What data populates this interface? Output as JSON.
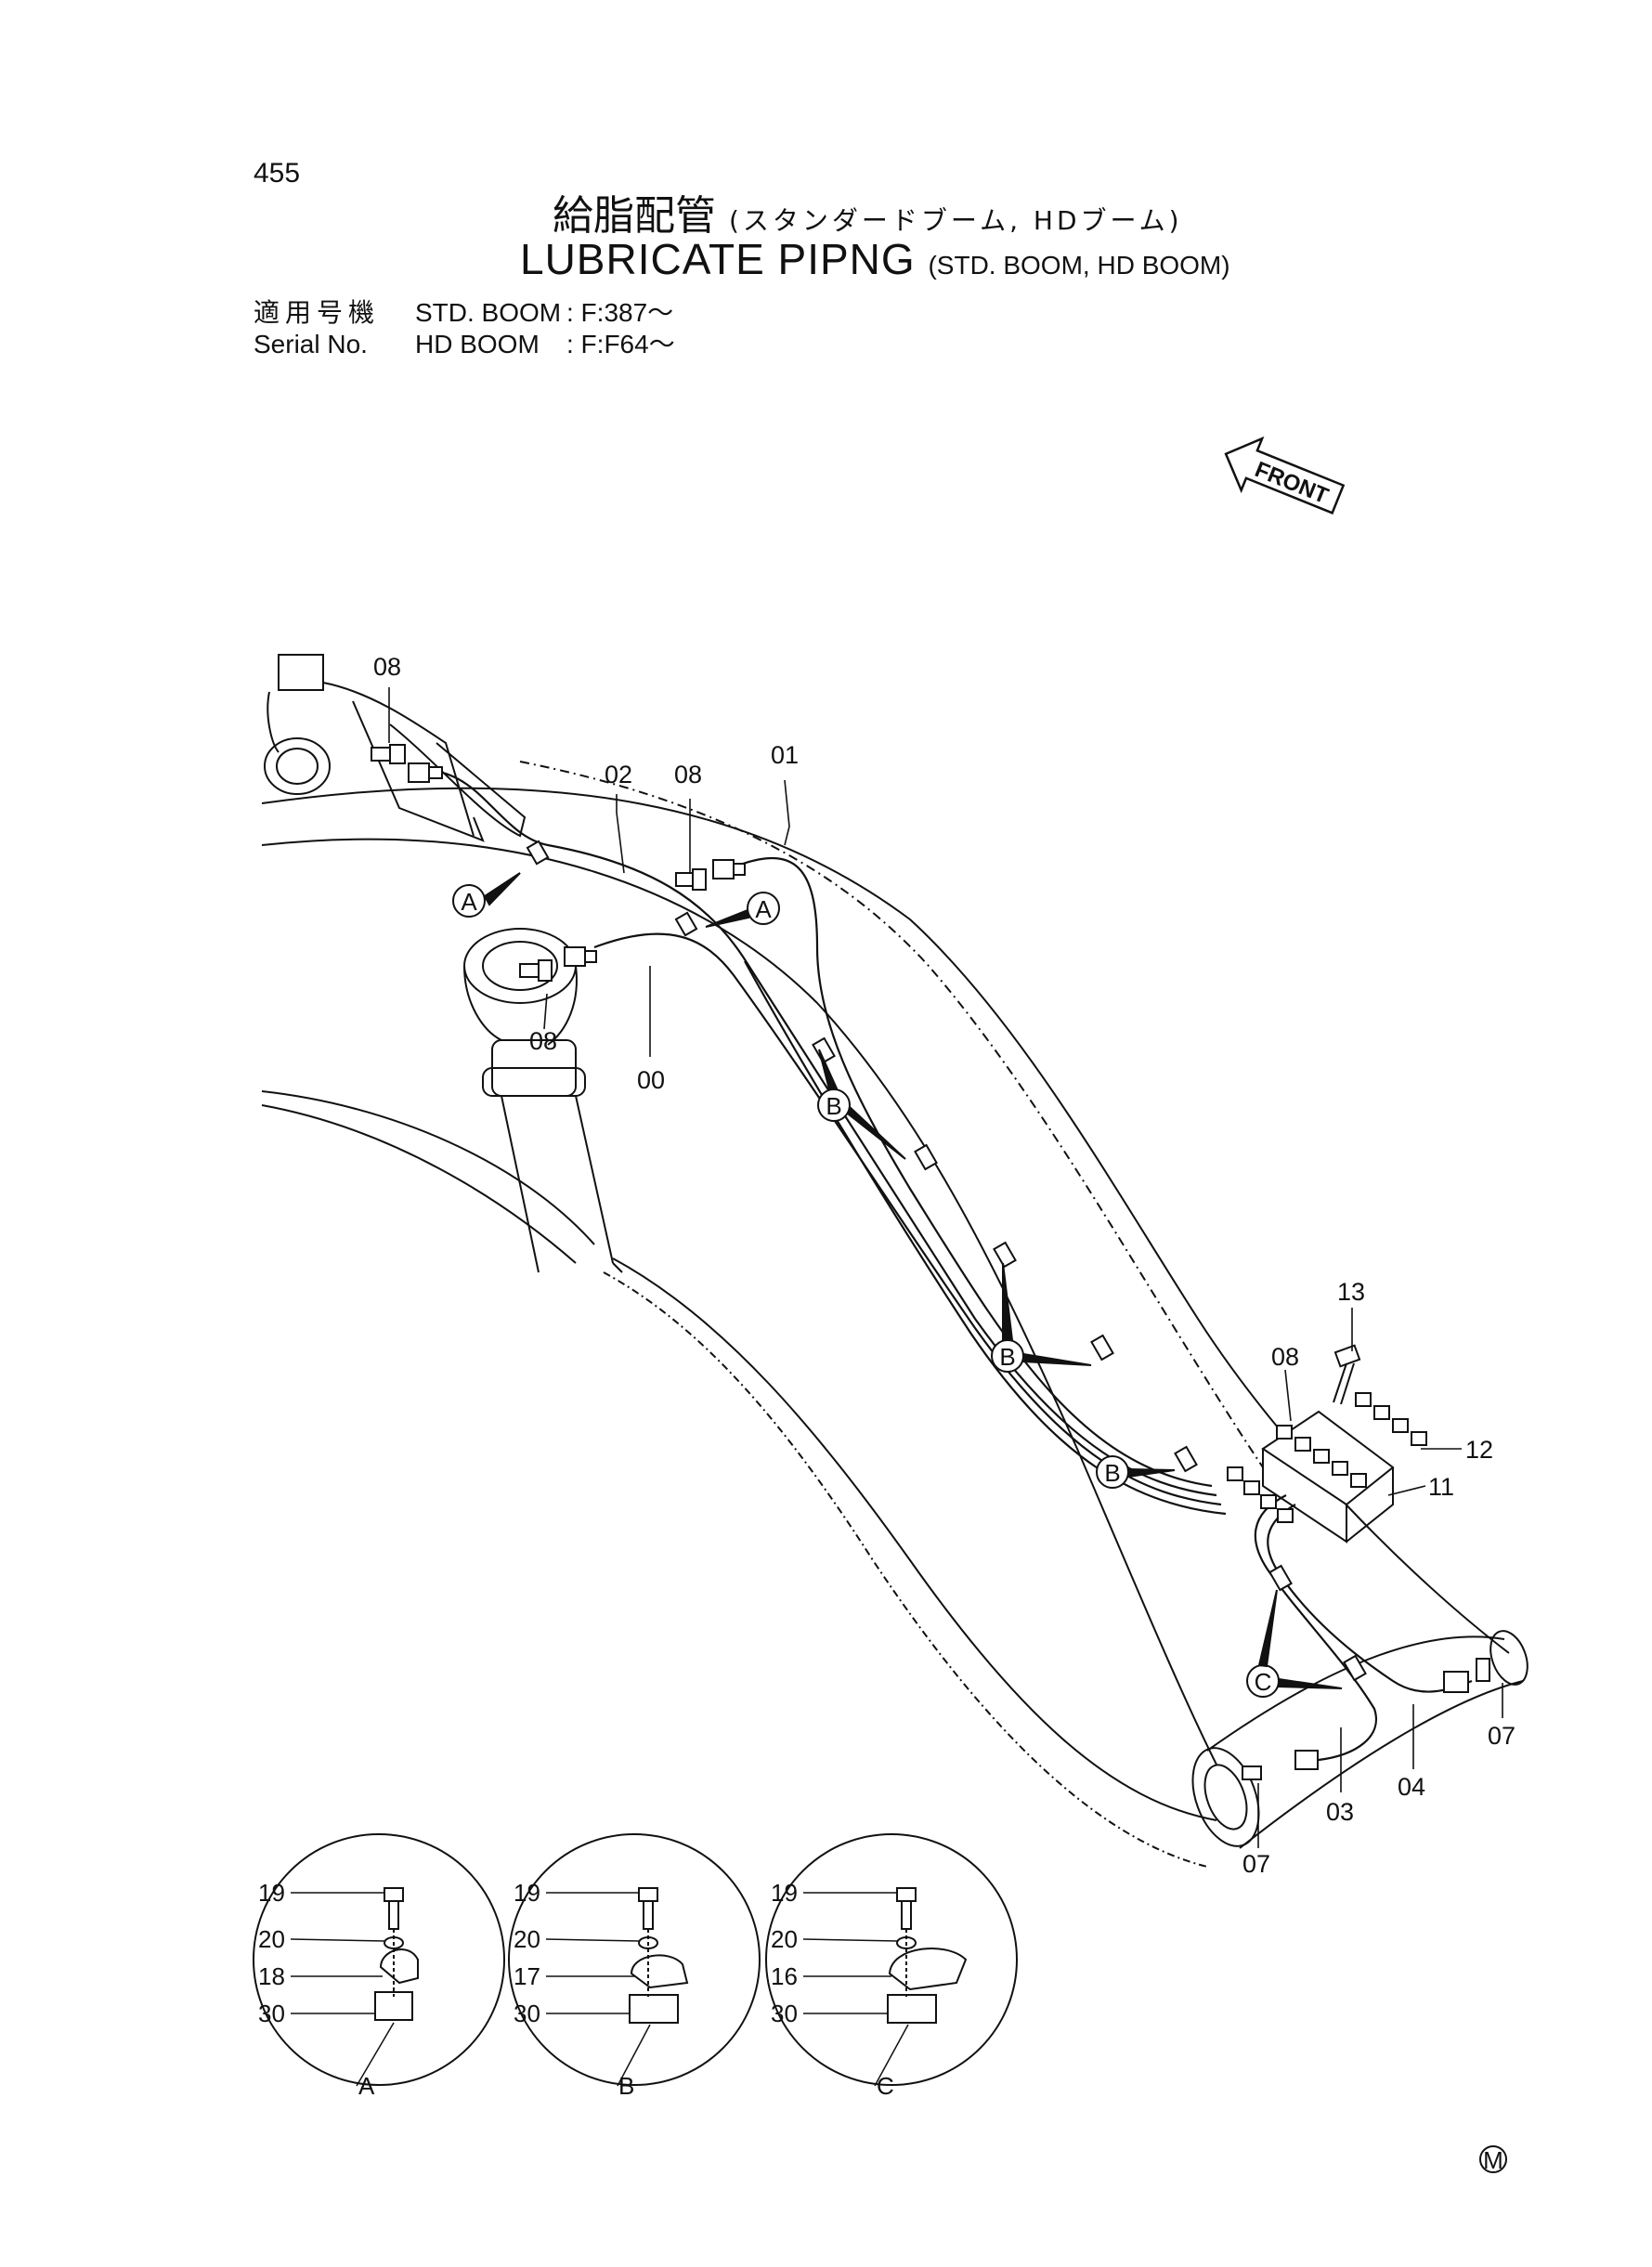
{
  "page_number": "455",
  "title": {
    "japanese": "給脂配管",
    "japanese_sub": "(スタンダードブーム, HDブーム)",
    "english": "LUBRICATE PIPNG",
    "english_sub": "(STD. BOOM, HD BOOM)"
  },
  "serial": {
    "label_jp": "適用号機",
    "label_en": "Serial No.",
    "rows": [
      {
        "model": "STD. BOOM",
        "range": ": F:387～"
      },
      {
        "model": "HD BOOM",
        "range": ": F:F64～"
      }
    ]
  },
  "front_label": "FRONT",
  "callouts": {
    "a": "A",
    "b": "B",
    "c": "C"
  },
  "parts": {
    "p00": "00",
    "p01": "01",
    "p02": "02",
    "p03": "03",
    "p04": "04",
    "p07": "07",
    "p08": "08",
    "p11": "11",
    "p12": "12",
    "p13": "13"
  },
  "details": [
    {
      "name": "A",
      "numbers": [
        "19",
        "20",
        "18",
        "30"
      ]
    },
    {
      "name": "B",
      "numbers": [
        "19",
        "20",
        "17",
        "30"
      ]
    },
    {
      "name": "C",
      "numbers": [
        "19",
        "20",
        "16",
        "30"
      ]
    }
  ],
  "corner_mark": "M"
}
